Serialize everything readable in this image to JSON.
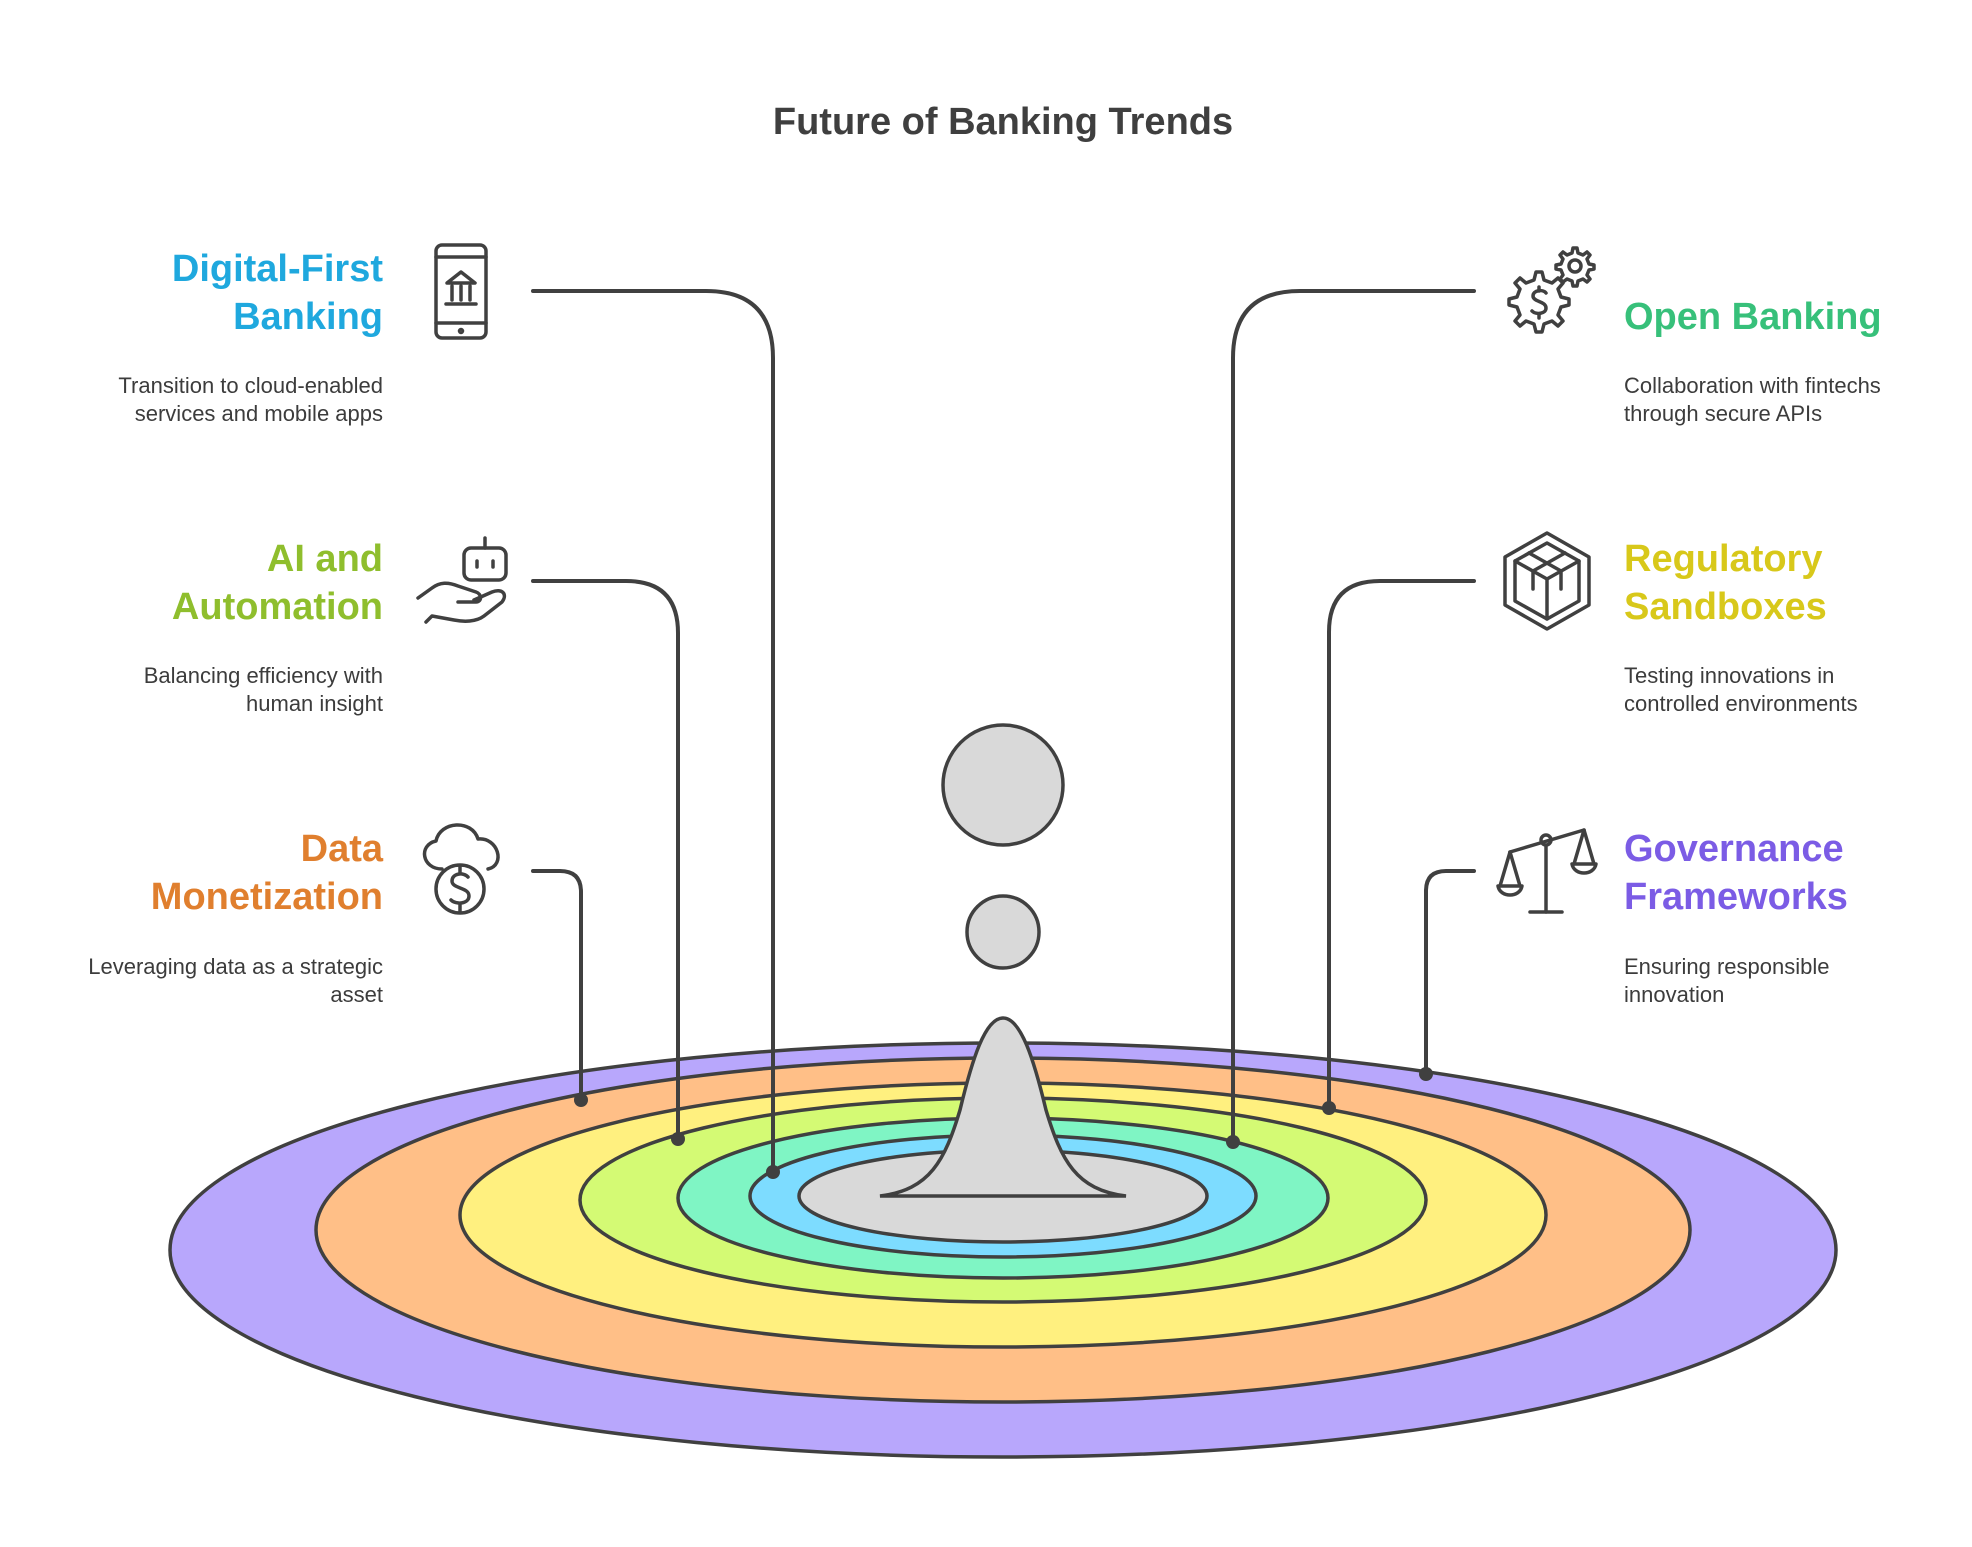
{
  "title": "Future of Banking Trends",
  "layers": [
    {
      "title_lines": [
        "Digital-First",
        "Banking"
      ],
      "desc_lines": [
        "Transition to cloud-enabled",
        "services and mobile apps"
      ],
      "color": "#1FA8DE",
      "ring_color": "#7DDCFF",
      "icon": "mobile-bank-icon",
      "side": "left"
    },
    {
      "title_lines": [
        "Open Banking"
      ],
      "desc_lines": [
        "Collaboration with fintechs",
        "through secure APIs"
      ],
      "color": "#37C07A",
      "ring_color": "#7FF5C4",
      "icon": "dollar-gear-icon",
      "side": "right"
    },
    {
      "title_lines": [
        "AI and",
        "Automation"
      ],
      "desc_lines": [
        "Balancing efficiency with",
        "human insight"
      ],
      "color": "#8FBE2D",
      "ring_color": "#D4FA74",
      "icon": "robot-hand-icon",
      "side": "left"
    },
    {
      "title_lines": [
        "Regulatory",
        "Sandboxes"
      ],
      "desc_lines": [
        "Testing innovations in",
        "controlled environments"
      ],
      "color": "#D8C81A",
      "ring_color": "#FFF07F",
      "icon": "sandbox-cube-icon",
      "side": "right"
    },
    {
      "title_lines": [
        "Data",
        "Monetization"
      ],
      "desc_lines": [
        "Leveraging data as a strategic",
        "asset"
      ],
      "color": "#E07F2E",
      "ring_color": "#FFBF87",
      "icon": "cloud-dollar-icon",
      "side": "left"
    },
    {
      "title_lines": [
        "Governance",
        "Frameworks"
      ],
      "desc_lines": [
        "Ensuring responsible",
        "innovation"
      ],
      "color": "#7B5CE5",
      "ring_color": "#B8A7FC",
      "icon": "balance-scale-icon",
      "side": "right"
    }
  ],
  "center_color": "#D9D9D9",
  "line_color": "#404040"
}
